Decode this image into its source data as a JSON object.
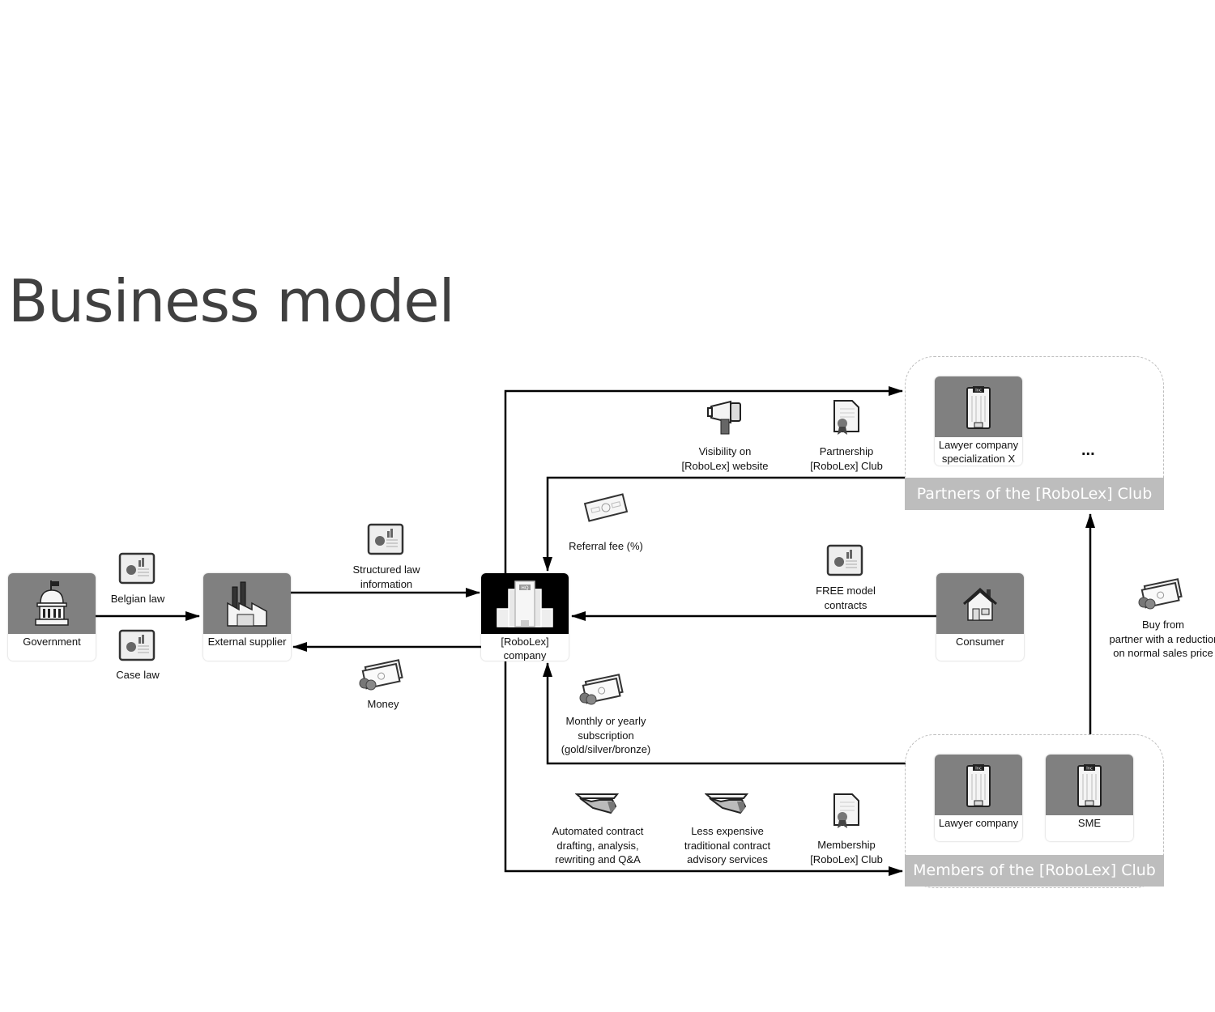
{
  "slide": {
    "title": "Business model"
  },
  "nodes": {
    "government": {
      "label": "Government",
      "icon": "government-building-icon"
    },
    "external_supplier": {
      "label": "External supplier",
      "icon": "factory-icon"
    },
    "robolex": {
      "label_line1": "[RoboLex]",
      "label_line2": "company",
      "icon": "hq-building-icon"
    },
    "consumer": {
      "label": "Consumer",
      "icon": "house-icon"
    },
    "partner_lawyer": {
      "label_line1": "Lawyer company",
      "label_line2": "specialization X",
      "icon": "office-building-icon"
    },
    "member_lawyer": {
      "label": "Lawyer company",
      "icon": "office-building-icon"
    },
    "member_sme": {
      "label": "SME",
      "icon": "office-building-icon"
    }
  },
  "groups": {
    "partners": {
      "label": "Partners of the [RoboLex] Club",
      "more": "..."
    },
    "members": {
      "label": "Members of the [RoboLex] Club"
    }
  },
  "flows": {
    "belgian_law": {
      "label": "Belgian law",
      "icon": "document-chart-icon"
    },
    "case_law": {
      "label": "Case law",
      "icon": "document-chart-icon"
    },
    "structured_law": {
      "line1": "Structured law",
      "line2": "information",
      "icon": "document-chart-icon"
    },
    "money": {
      "label": "Money",
      "icon": "money-icon"
    },
    "visibility": {
      "line1": "Visibility on",
      "line2": "[RoboLex] website",
      "icon": "megaphone-icon"
    },
    "partnership": {
      "line1": "Partnership",
      "line2": "[RoboLex] Club",
      "icon": "certificate-icon"
    },
    "referral_fee": {
      "label": "Referral fee (%)",
      "icon": "banknote-icon"
    },
    "free_contracts": {
      "line1": "FREE model",
      "line2": "contracts",
      "icon": "document-chart-icon"
    },
    "subscription": {
      "line1": "Monthly or yearly",
      "line2": "subscription",
      "line3": "(gold/silver/bronze)",
      "icon": "money-icon"
    },
    "automated": {
      "line1": "Automated contract",
      "line2": "drafting, analysis,",
      "line3": "rewriting and Q&A",
      "icon": "service-hand-icon"
    },
    "less_expensive": {
      "line1": "Less expensive",
      "line2": "traditional contract",
      "line3": "advisory services",
      "icon": "service-hand-icon"
    },
    "membership": {
      "line1": "Membership",
      "line2": "[RoboLex] Club",
      "icon": "certificate-icon"
    },
    "buy_from_partner": {
      "line1": "Buy from",
      "line2": "partner with a reductior",
      "line3": "on normal sales price",
      "icon": "money-icon"
    }
  },
  "colors": {
    "node_header": "#808080",
    "hq_header": "#000000",
    "band": "#bdbdbd",
    "title": "#404040"
  }
}
